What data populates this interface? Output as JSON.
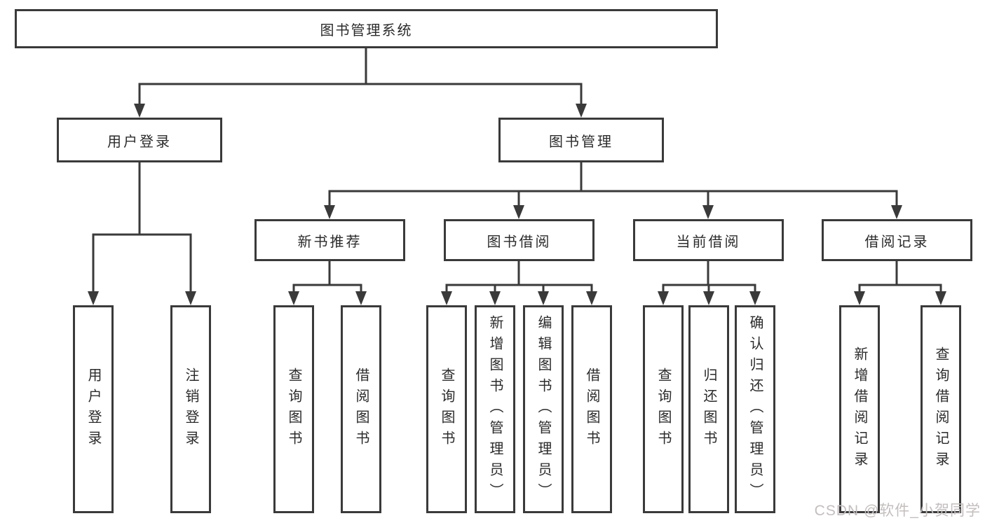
{
  "tree": {
    "label": "图书管理系统",
    "children": [
      {
        "label": "用户登录",
        "children": [
          {
            "label": "用户登录"
          },
          {
            "label": "注销登录"
          }
        ]
      },
      {
        "label": "图书管理",
        "children": [
          {
            "label": "新书推荐",
            "children": [
              {
                "label": "查询图书"
              },
              {
                "label": "借阅图书"
              }
            ]
          },
          {
            "label": "图书借阅",
            "children": [
              {
                "label": "查询图书"
              },
              {
                "label": "新增图书（管理员）"
              },
              {
                "label": "编辑图书（管理员）"
              },
              {
                "label": "借阅图书"
              }
            ]
          },
          {
            "label": "当前借阅",
            "children": [
              {
                "label": "查询图书"
              },
              {
                "label": "归还图书"
              },
              {
                "label": "确认归还（管理员）"
              }
            ]
          },
          {
            "label": "借阅记录",
            "children": [
              {
                "label": "新增借阅记录"
              },
              {
                "label": "查询借阅记录"
              }
            ]
          }
        ]
      }
    ]
  },
  "watermark": {
    "text": "CSDN @软件_小贺同学",
    "color": "#c4bebe"
  },
  "colors": {
    "line": "#3a3a3a",
    "box_border": "#3a3a3a",
    "box_fill": "#ffffff",
    "text": "#2b2b2b",
    "background": "#ffffff"
  }
}
